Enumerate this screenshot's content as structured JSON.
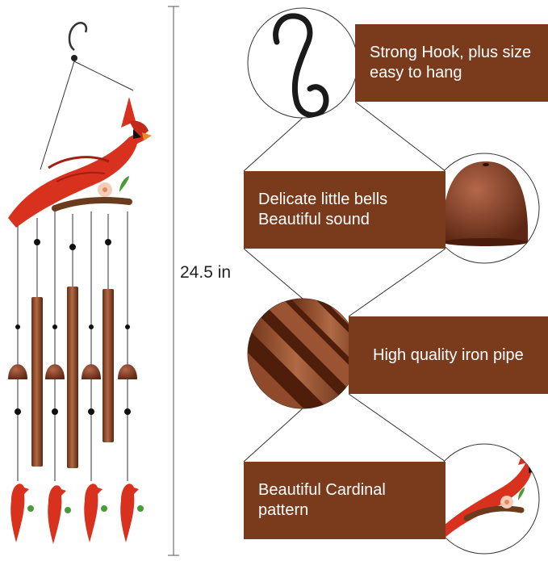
{
  "dimension_label": "24.5 in",
  "features": [
    {
      "line1": "Strong Hook, plus size",
      "line2": "easy to hang",
      "icon": "hook-icon"
    },
    {
      "line1": "Delicate little bells",
      "line2": "Beautiful sound",
      "icon": "bell-icon"
    },
    {
      "line1": "High quality iron pipe",
      "line2": "",
      "icon": "pipe-icon"
    },
    {
      "line1": "Beautiful Cardinal",
      "line2": "pattern",
      "icon": "cardinal-icon"
    }
  ],
  "colors": {
    "banner": "#7a3a1c",
    "copper": "#8a4a2a",
    "cardinal_red": "#d8321e"
  }
}
